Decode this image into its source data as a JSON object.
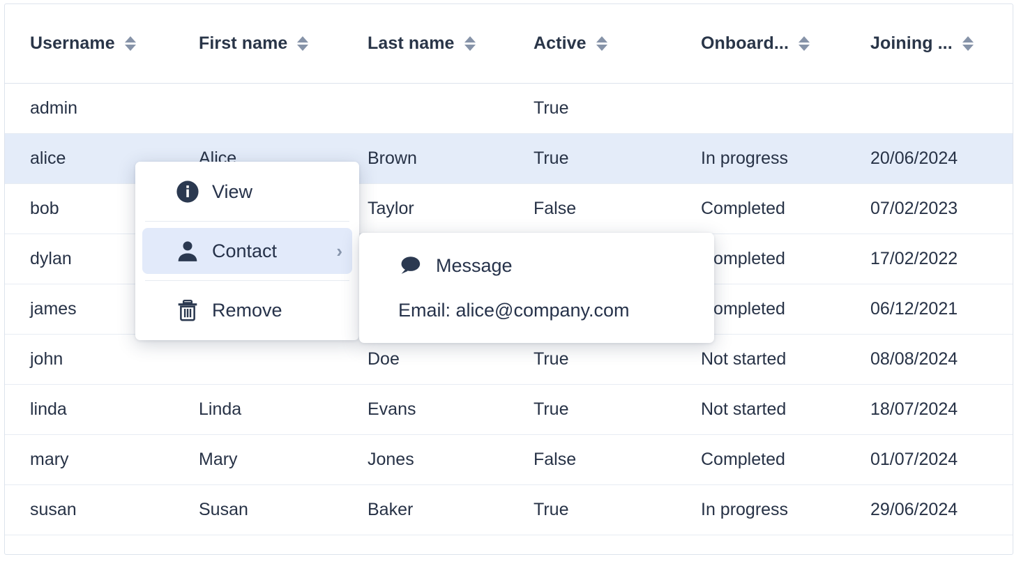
{
  "table": {
    "columns": [
      {
        "key": "username",
        "label": "Username",
        "sort_icon": "sort-both-icon"
      },
      {
        "key": "first_name",
        "label": "First name",
        "sort_icon": "sort-both-icon"
      },
      {
        "key": "last_name",
        "label": "Last name",
        "sort_icon": "sort-both-icon"
      },
      {
        "key": "active",
        "label": "Active",
        "sort_icon": "sort-both-icon"
      },
      {
        "key": "onboarding",
        "label": "Onboard...",
        "sort_icon": "sort-both-icon"
      },
      {
        "key": "joining",
        "label": "Joining ...",
        "sort_icon": "sort-both-icon"
      }
    ],
    "rows": [
      {
        "username": "admin",
        "first_name": "",
        "last_name": "",
        "active": "True",
        "onboarding": "",
        "joining": "",
        "selected": false
      },
      {
        "username": "alice",
        "first_name": "Alice",
        "last_name": "Brown",
        "active": "True",
        "onboarding": "In progress",
        "joining": "20/06/2024",
        "selected": true
      },
      {
        "username": "bob",
        "first_name": "",
        "last_name": "Taylor",
        "active": "False",
        "onboarding": "Completed",
        "joining": "07/02/2023",
        "selected": false
      },
      {
        "username": "dylan",
        "first_name": "",
        "last_name": "",
        "active": "",
        "onboarding": "Completed",
        "joining": "17/02/2022",
        "selected": false
      },
      {
        "username": "james",
        "first_name": "",
        "last_name": "",
        "active": "",
        "onboarding": "Completed",
        "joining": "06/12/2021",
        "selected": false
      },
      {
        "username": "john",
        "first_name": "",
        "last_name": "Doe",
        "active": "True",
        "onboarding": "Not started",
        "joining": "08/08/2024",
        "selected": false
      },
      {
        "username": "linda",
        "first_name": "Linda",
        "last_name": "Evans",
        "active": "True",
        "onboarding": "Not started",
        "joining": "18/07/2024",
        "selected": false
      },
      {
        "username": "mary",
        "first_name": "Mary",
        "last_name": "Jones",
        "active": "False",
        "onboarding": "Completed",
        "joining": "01/07/2024",
        "selected": false
      },
      {
        "username": "susan",
        "first_name": "Susan",
        "last_name": "Baker",
        "active": "True",
        "onboarding": "In progress",
        "joining": "29/06/2024",
        "selected": false
      }
    ]
  },
  "context_menu": {
    "items": [
      {
        "label": "View",
        "icon": "info-circle-icon",
        "highlight": false,
        "has_submenu": false
      },
      {
        "label": "Contact",
        "icon": "person-icon",
        "highlight": true,
        "has_submenu": true,
        "chevron": "›"
      },
      {
        "label": "Remove",
        "icon": "trash-icon",
        "highlight": false,
        "has_submenu": false
      }
    ]
  },
  "submenu": {
    "message_label": "Message",
    "message_icon": "speech-bubble-icon",
    "email_text": "Email: alice@company.com"
  },
  "colors": {
    "selected_row": "#e4ecf9",
    "highlight_item": "#e2eafa",
    "text": "#273246",
    "border": "#dde3ec",
    "row_border": "#e7ecf3",
    "sort_icon": "#8693a8",
    "icon_dark": "#2b3950"
  }
}
